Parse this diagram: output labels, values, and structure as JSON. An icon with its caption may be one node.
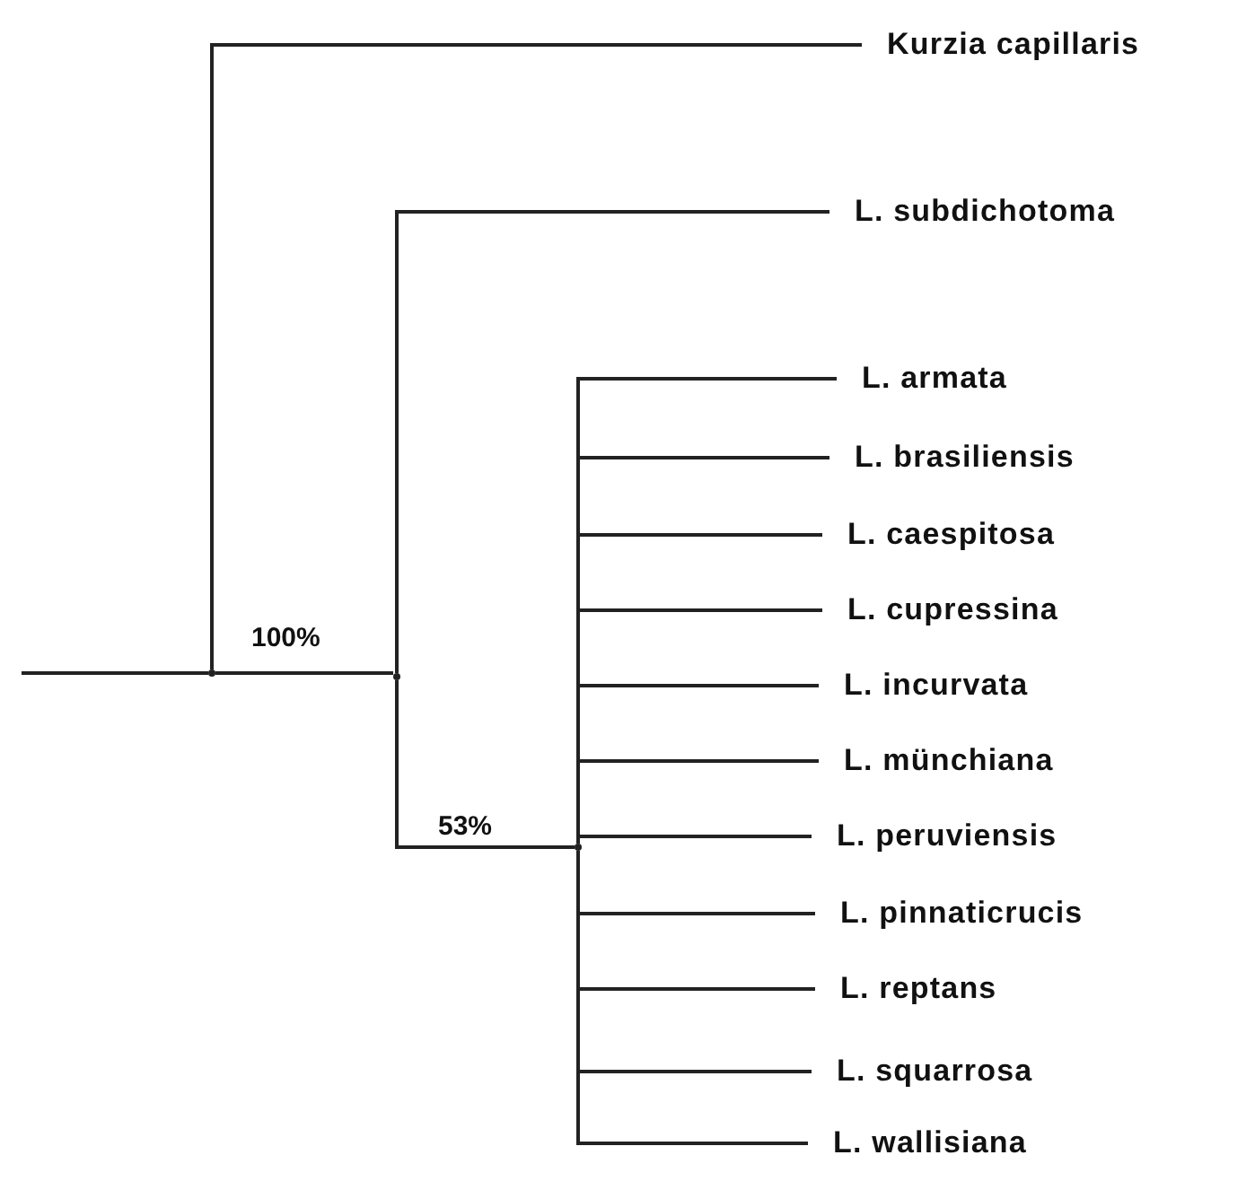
{
  "diagram": {
    "nodes": [
      {
        "text": [],
        "shape": "dot"
      },
      {
        "text": [
          "Kurzia capillaris"
        ]
      },
      {
        "text": [],
        "shape": "dot"
      },
      {
        "text": [
          "L. subdichotoma"
        ]
      },
      {
        "text": [],
        "shape": "dot"
      },
      {
        "text": [
          "L. armata"
        ]
      },
      {
        "text": [
          "L. brasiliensis"
        ]
      },
      {
        "text": [
          "L. caespitosa"
        ]
      },
      {
        "text": [
          "L. cupressina"
        ]
      },
      {
        "text": [
          "L. incurvata"
        ]
      },
      {
        "text": [
          "L. münchiana"
        ]
      },
      {
        "text": [
          "L. peruviensis"
        ]
      },
      {
        "text": [
          "L. pinnaticrucis"
        ]
      },
      {
        "text": [
          "L. reptans"
        ]
      },
      {
        "text": [
          "L. squarrosa"
        ]
      },
      {
        "text": [
          "L. wallisiana"
        ]
      }
    ],
    "edges": [
      {
        "from": null,
        "to": 0,
        "arrow": "none"
      },
      {
        "from": 0,
        "to": 1,
        "arrow": "none"
      },
      {
        "from": 0,
        "to": 2,
        "arrow": "none",
        "label": "100%"
      },
      {
        "from": 2,
        "to": 3,
        "arrow": "none"
      },
      {
        "from": 2,
        "to": 4,
        "arrow": "none",
        "label": "53%"
      },
      {
        "from": 4,
        "to": 5,
        "arrow": "none"
      },
      {
        "from": 4,
        "to": 6,
        "arrow": "none"
      },
      {
        "from": 4,
        "to": 7,
        "arrow": "none"
      },
      {
        "from": 4,
        "to": 8,
        "arrow": "none"
      },
      {
        "from": 4,
        "to": 9,
        "arrow": "none"
      },
      {
        "from": 4,
        "to": 10,
        "arrow": "none"
      },
      {
        "from": 4,
        "to": 11,
        "arrow": "none"
      },
      {
        "from": 4,
        "to": 12,
        "arrow": "none"
      },
      {
        "from": 4,
        "to": 13,
        "arrow": "none"
      },
      {
        "from": 4,
        "to": 14,
        "arrow": "none"
      },
      {
        "from": 4,
        "to": 15,
        "arrow": "none"
      }
    ]
  }
}
